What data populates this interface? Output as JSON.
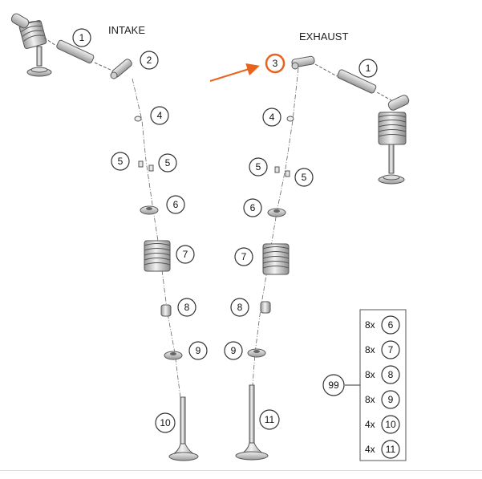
{
  "diagram": {
    "intake_label": "INTAKE",
    "exhaust_label": "EXHAUST",
    "highlight_color": "#e8641e",
    "callouts": {
      "intake_1": "1",
      "intake_2": "2",
      "intake_4": "4",
      "intake_5a": "5",
      "intake_5b": "5",
      "intake_6": "6",
      "intake_7": "7",
      "intake_8": "8",
      "intake_9": "9",
      "intake_10": "10",
      "exhaust_3": "3",
      "exhaust_1": "1",
      "exhaust_4": "4",
      "exhaust_5a": "5",
      "exhaust_5b": "5",
      "exhaust_6": "6",
      "exhaust_7": "7",
      "exhaust_8": "8",
      "exhaust_9": "9",
      "exhaust_11": "11"
    },
    "kit": {
      "number": "99",
      "rows": [
        {
          "qty": "8x",
          "part": "6"
        },
        {
          "qty": "8x",
          "part": "7"
        },
        {
          "qty": "8x",
          "part": "8"
        },
        {
          "qty": "8x",
          "part": "9"
        },
        {
          "qty": "4x",
          "part": "10"
        },
        {
          "qty": "4x",
          "part": "11"
        }
      ]
    }
  }
}
